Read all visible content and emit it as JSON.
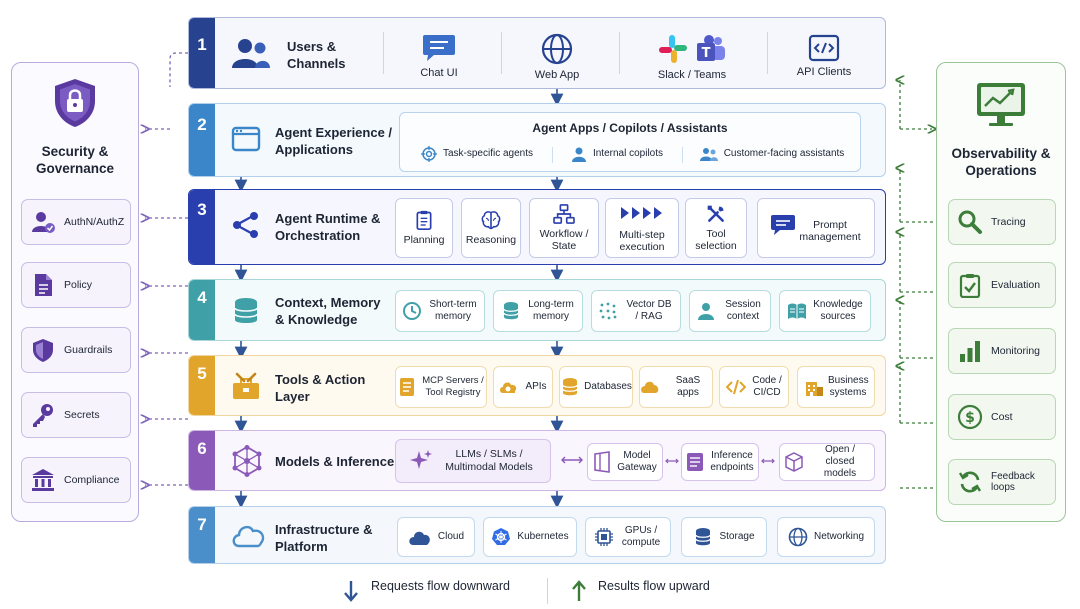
{
  "colors": {
    "layer1": "#27438f",
    "layer2": "#3a86c9",
    "layer3": "#2a3fae",
    "layer4": "#3fa0a8",
    "layer5": "#e0a52a",
    "layer6": "#8b5ab8",
    "layer7": "#4a8fc9",
    "security": "#5b3aa0",
    "observability": "#3c7d3a",
    "arrow_down": "#2f5596",
    "arrow_up": "#3c7d3a"
  },
  "security": {
    "title": "Security & Governance",
    "items": [
      {
        "label": "AuthN/AuthZ",
        "icon": "user-check-icon"
      },
      {
        "label": "Policy",
        "icon": "document-icon"
      },
      {
        "label": "Guardrails",
        "icon": "shield-icon"
      },
      {
        "label": "Secrets",
        "icon": "key-icon"
      },
      {
        "label": "Compliance",
        "icon": "bank-icon"
      }
    ]
  },
  "observability": {
    "title": "Observability & Operations",
    "items": [
      {
        "label": "Tracing",
        "icon": "magnifier-icon"
      },
      {
        "label": "Evaluation",
        "icon": "clipboard-check-icon"
      },
      {
        "label": "Monitoring",
        "icon": "bar-chart-icon"
      },
      {
        "label": "Cost",
        "icon": "dollar-icon"
      },
      {
        "label": "Feedback loops",
        "icon": "refresh-icon"
      }
    ]
  },
  "layers": [
    {
      "number": "1",
      "title": "Users & Channels",
      "components": [
        "Chat UI",
        "Web App",
        "Slack / Teams",
        "API Clients"
      ]
    },
    {
      "number": "2",
      "title": "Agent Experience / Applications",
      "group_title": "Agent Apps / Copilots / Assistants",
      "components": [
        "Task-specific agents",
        "Internal copilots",
        "Customer-facing assistants"
      ]
    },
    {
      "number": "3",
      "title": "Agent Runtime & Orchestration",
      "components": [
        "Planning",
        "Reasoning",
        "Workflow / State",
        "Multi-step execution",
        "Tool selection",
        "Prompt management"
      ]
    },
    {
      "number": "4",
      "title": "Context, Memory & Knowledge",
      "components": [
        "Short-term memory",
        "Long-term memory",
        "Vector DB / RAG",
        "Session context",
        "Knowledge sources"
      ]
    },
    {
      "number": "5",
      "title": "Tools & Action Layer",
      "components": [
        "MCP Servers / Tool Registry",
        "APIs",
        "Databases",
        "SaaS apps",
        "Code / CI/CD",
        "Business systems"
      ]
    },
    {
      "number": "6",
      "title": "Models & Inference",
      "components": [
        "LLMs / SLMs / Multimodal Models",
        "Model Gateway",
        "Inference endpoints",
        "Open / closed models"
      ]
    },
    {
      "number": "7",
      "title": "Infrastructure & Platform",
      "components": [
        "Cloud",
        "Kubernetes",
        "GPUs / compute",
        "Storage",
        "Networking"
      ]
    }
  ],
  "legend": {
    "down": "Requests flow downward",
    "up": "Results flow upward"
  }
}
